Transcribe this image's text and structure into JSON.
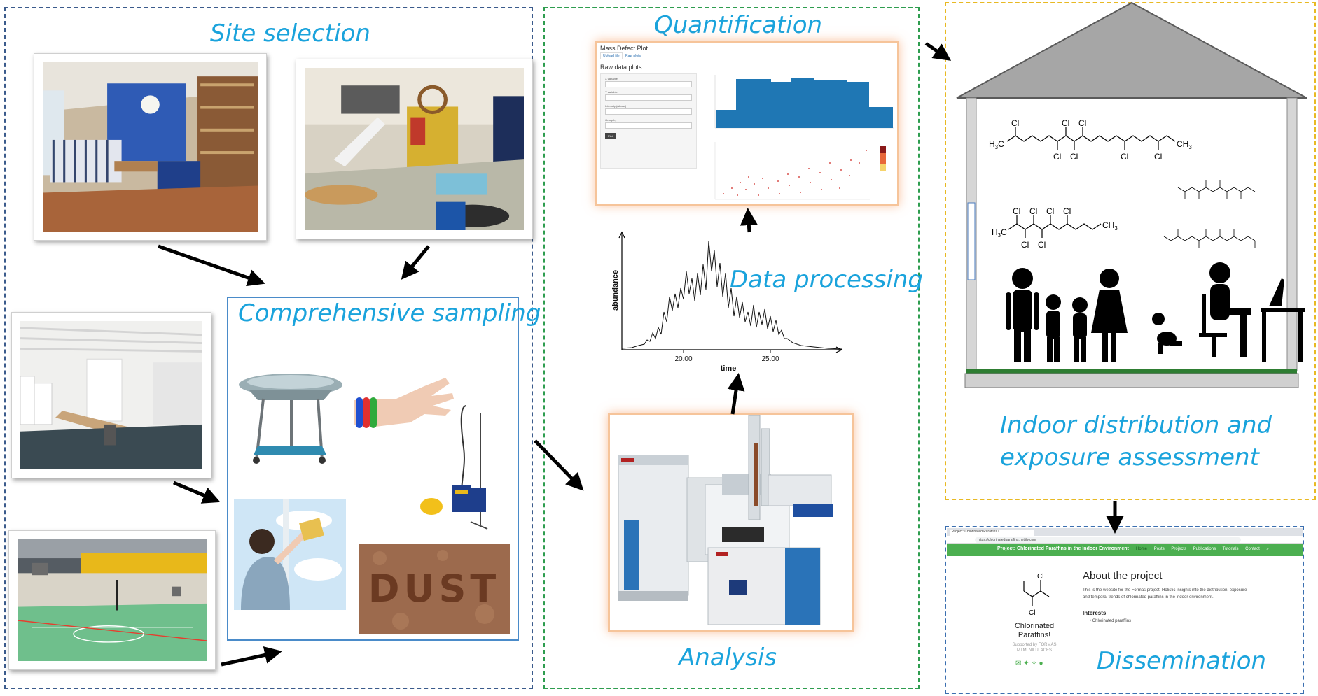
{
  "headings": {
    "site_selection": "Site selection",
    "comprehensive_sampling": "Comprehensive sampling",
    "quantification": "Quantification",
    "data_processing": "Data processing",
    "analysis": "Analysis",
    "indoor_line1": "Indoor distribution and",
    "indoor_line2": "exposure assessment",
    "dissemination": "Dissemination"
  },
  "sampling": {
    "dust_word": "DUST"
  },
  "mass_defect_app": {
    "title": "Mass Defect Plot",
    "tabs": [
      "Upload file",
      "Raw plots"
    ],
    "section_title": "Raw data plots",
    "controls": [
      "X variable",
      "Y variable",
      "Intensity (Abund)",
      "Group by"
    ],
    "button": "Plot"
  },
  "chromatogram": {
    "ylabel": "abundance",
    "xlabel": "time",
    "ticks": [
      "20.00",
      "25.00"
    ]
  },
  "molecules": {
    "cl": "Cl",
    "h3c": "H3C",
    "ch3": "CH3"
  },
  "website": {
    "browser_tab": "Project: Chlorinated Paraffins i",
    "url": "https://chlorinatedparaffins.netlify.com",
    "nav_title": "Project: Chlorinated Paraffins in the Indoor Environment",
    "nav_links": [
      "Home",
      "Posts",
      "Projects",
      "Publications",
      "Tutorials",
      "Contact"
    ],
    "avatar_name_line1": "Chlorinated",
    "avatar_name_line2": "Paraffins!",
    "supported_line1": "Supported by FORMAS",
    "supported_line2": "MTM, NILU, ACES",
    "about_title": "About the project",
    "about_text": "This is the website for the Formas project: Holistic insights into the distribution, exposure and temporal trends of chlorinated paraffins in the indoor environment.",
    "interests_title": "Interests",
    "interests": [
      "Chlorinated paraffins"
    ]
  },
  "colors": {
    "heading": "#1aa3dc",
    "panel_left": "#3b5b8c",
    "panel_middle": "#2e9d4f",
    "panel_right": "#e8b923",
    "panel_site": "#3b6fb0",
    "sampling_box": "#4a8bc9",
    "orange_frame": "#f6c49a",
    "nav_green": "#4caf50",
    "bar_blue": "#1f77b4"
  }
}
